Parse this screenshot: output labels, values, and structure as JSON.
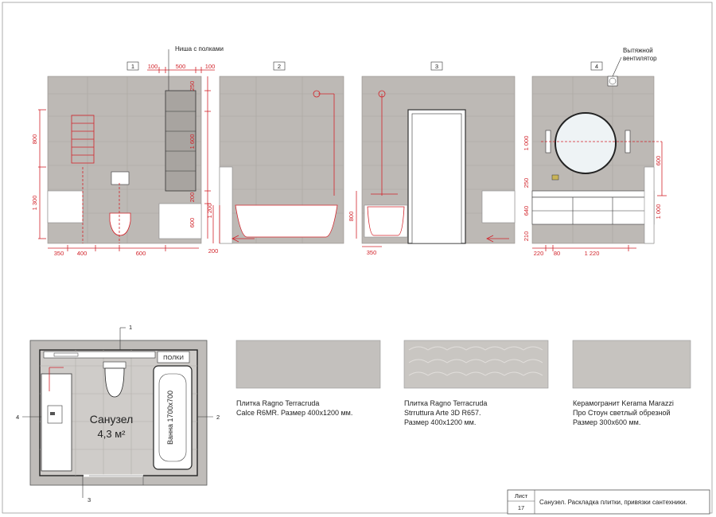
{
  "elevations": [
    {
      "num": "1",
      "note": "Ниша с полками",
      "dims": [
        "800",
        "1 300",
        "350",
        "400",
        "600",
        "100",
        "500",
        "100",
        "250",
        "1 600",
        "200",
        "600"
      ]
    },
    {
      "num": "2",
      "dims": [
        "1 200",
        "200"
      ]
    },
    {
      "num": "3",
      "dims": [
        "800",
        "350"
      ]
    },
    {
      "num": "4",
      "note_line1": "Вытяжной",
      "note_line2": "вентилятор",
      "dims": [
        "1 000",
        "250",
        "640",
        "210",
        "600",
        "1 000",
        "220",
        "80",
        "1 220"
      ]
    }
  ],
  "plan": {
    "room_name": "Санузел",
    "room_area": "4,3 м²",
    "bath_label": "Ванна 1700х700",
    "shelf_label": "ПОЛКИ",
    "markers": [
      "1",
      "2",
      "3",
      "4"
    ]
  },
  "swatches": [
    {
      "line1": "Плитка Ragno Terracruda",
      "line2": "Calce R6MR. Размер 400x1200 мм.",
      "line3": "",
      "color": "#c3c0bd"
    },
    {
      "line1": "Плитка Ragno Terracruda",
      "line2": "Strruttura Arte 3D R657.",
      "line3": "Размер 400x1200 мм.",
      "color": "#c9c6c2"
    },
    {
      "line1": "Керамогранит Kerama Marazzi",
      "line2": "Про Стоун светлый обрезной",
      "line3": "Размер 300x600 мм.",
      "color": "#c6c3bf"
    }
  ],
  "title_block": {
    "sheet_label": "Лист",
    "sheet_number": "17",
    "title": "Санузел. Раскладка плитки, привязки сантехники."
  }
}
